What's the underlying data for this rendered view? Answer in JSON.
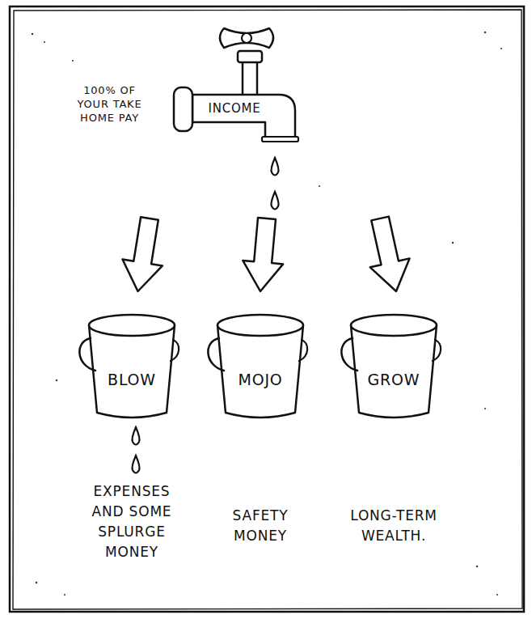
{
  "diagram": {
    "nodes": [
      {
        "text": [
          "INCOME"
        ]
      },
      {
        "text": [
          "BLOW",
          "EXPENSES AND SOME SPLURGE MONEY"
        ]
      },
      {
        "text": [
          "MOJO",
          "SAFETY MONEY"
        ]
      },
      {
        "text": [
          "GROW",
          "LONG-TERM WEALTH."
        ]
      }
    ],
    "edges": [
      {
        "from": 0,
        "to": 1,
        "arrow": "to"
      },
      {
        "from": 0,
        "to": 2,
        "arrow": "to"
      },
      {
        "from": 0,
        "to": 3,
        "arrow": "to"
      }
    ],
    "labels": [
      "100% OF YOUR TAKE HOME PAY"
    ]
  }
}
